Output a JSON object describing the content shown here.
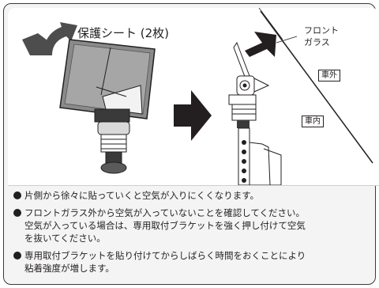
{
  "illustration": {
    "sheet_label": "保護シート (2枚)",
    "front_label_line1": "フロント",
    "front_label_line2": "ガラス",
    "outside_tag": "車外",
    "inside_tag": "車内",
    "icons": [
      "curved-arrow-icon",
      "right-arrow-icon",
      "up-arrow-icon"
    ]
  },
  "notes": [
    {
      "lines": [
        "片側から徐々に貼っていくと空気が入りにくくなります。"
      ]
    },
    {
      "lines": [
        "フロントガラス外から空気が入っていないことを確認してください。",
        "空気が入っている場合は、専用取付ブラケットを強く押し付けて空気",
        "を抜いてください。"
      ]
    },
    {
      "lines": [
        "専用取付ブラケットを貼り付けてからしばらく時間をおくことにより",
        "粘着強度が増します。"
      ]
    }
  ],
  "colors": {
    "ink": "#231f20",
    "panel_bg": "#f4f4f4",
    "illustration_bg": "#ffffff",
    "border": "#3a3a3a"
  }
}
